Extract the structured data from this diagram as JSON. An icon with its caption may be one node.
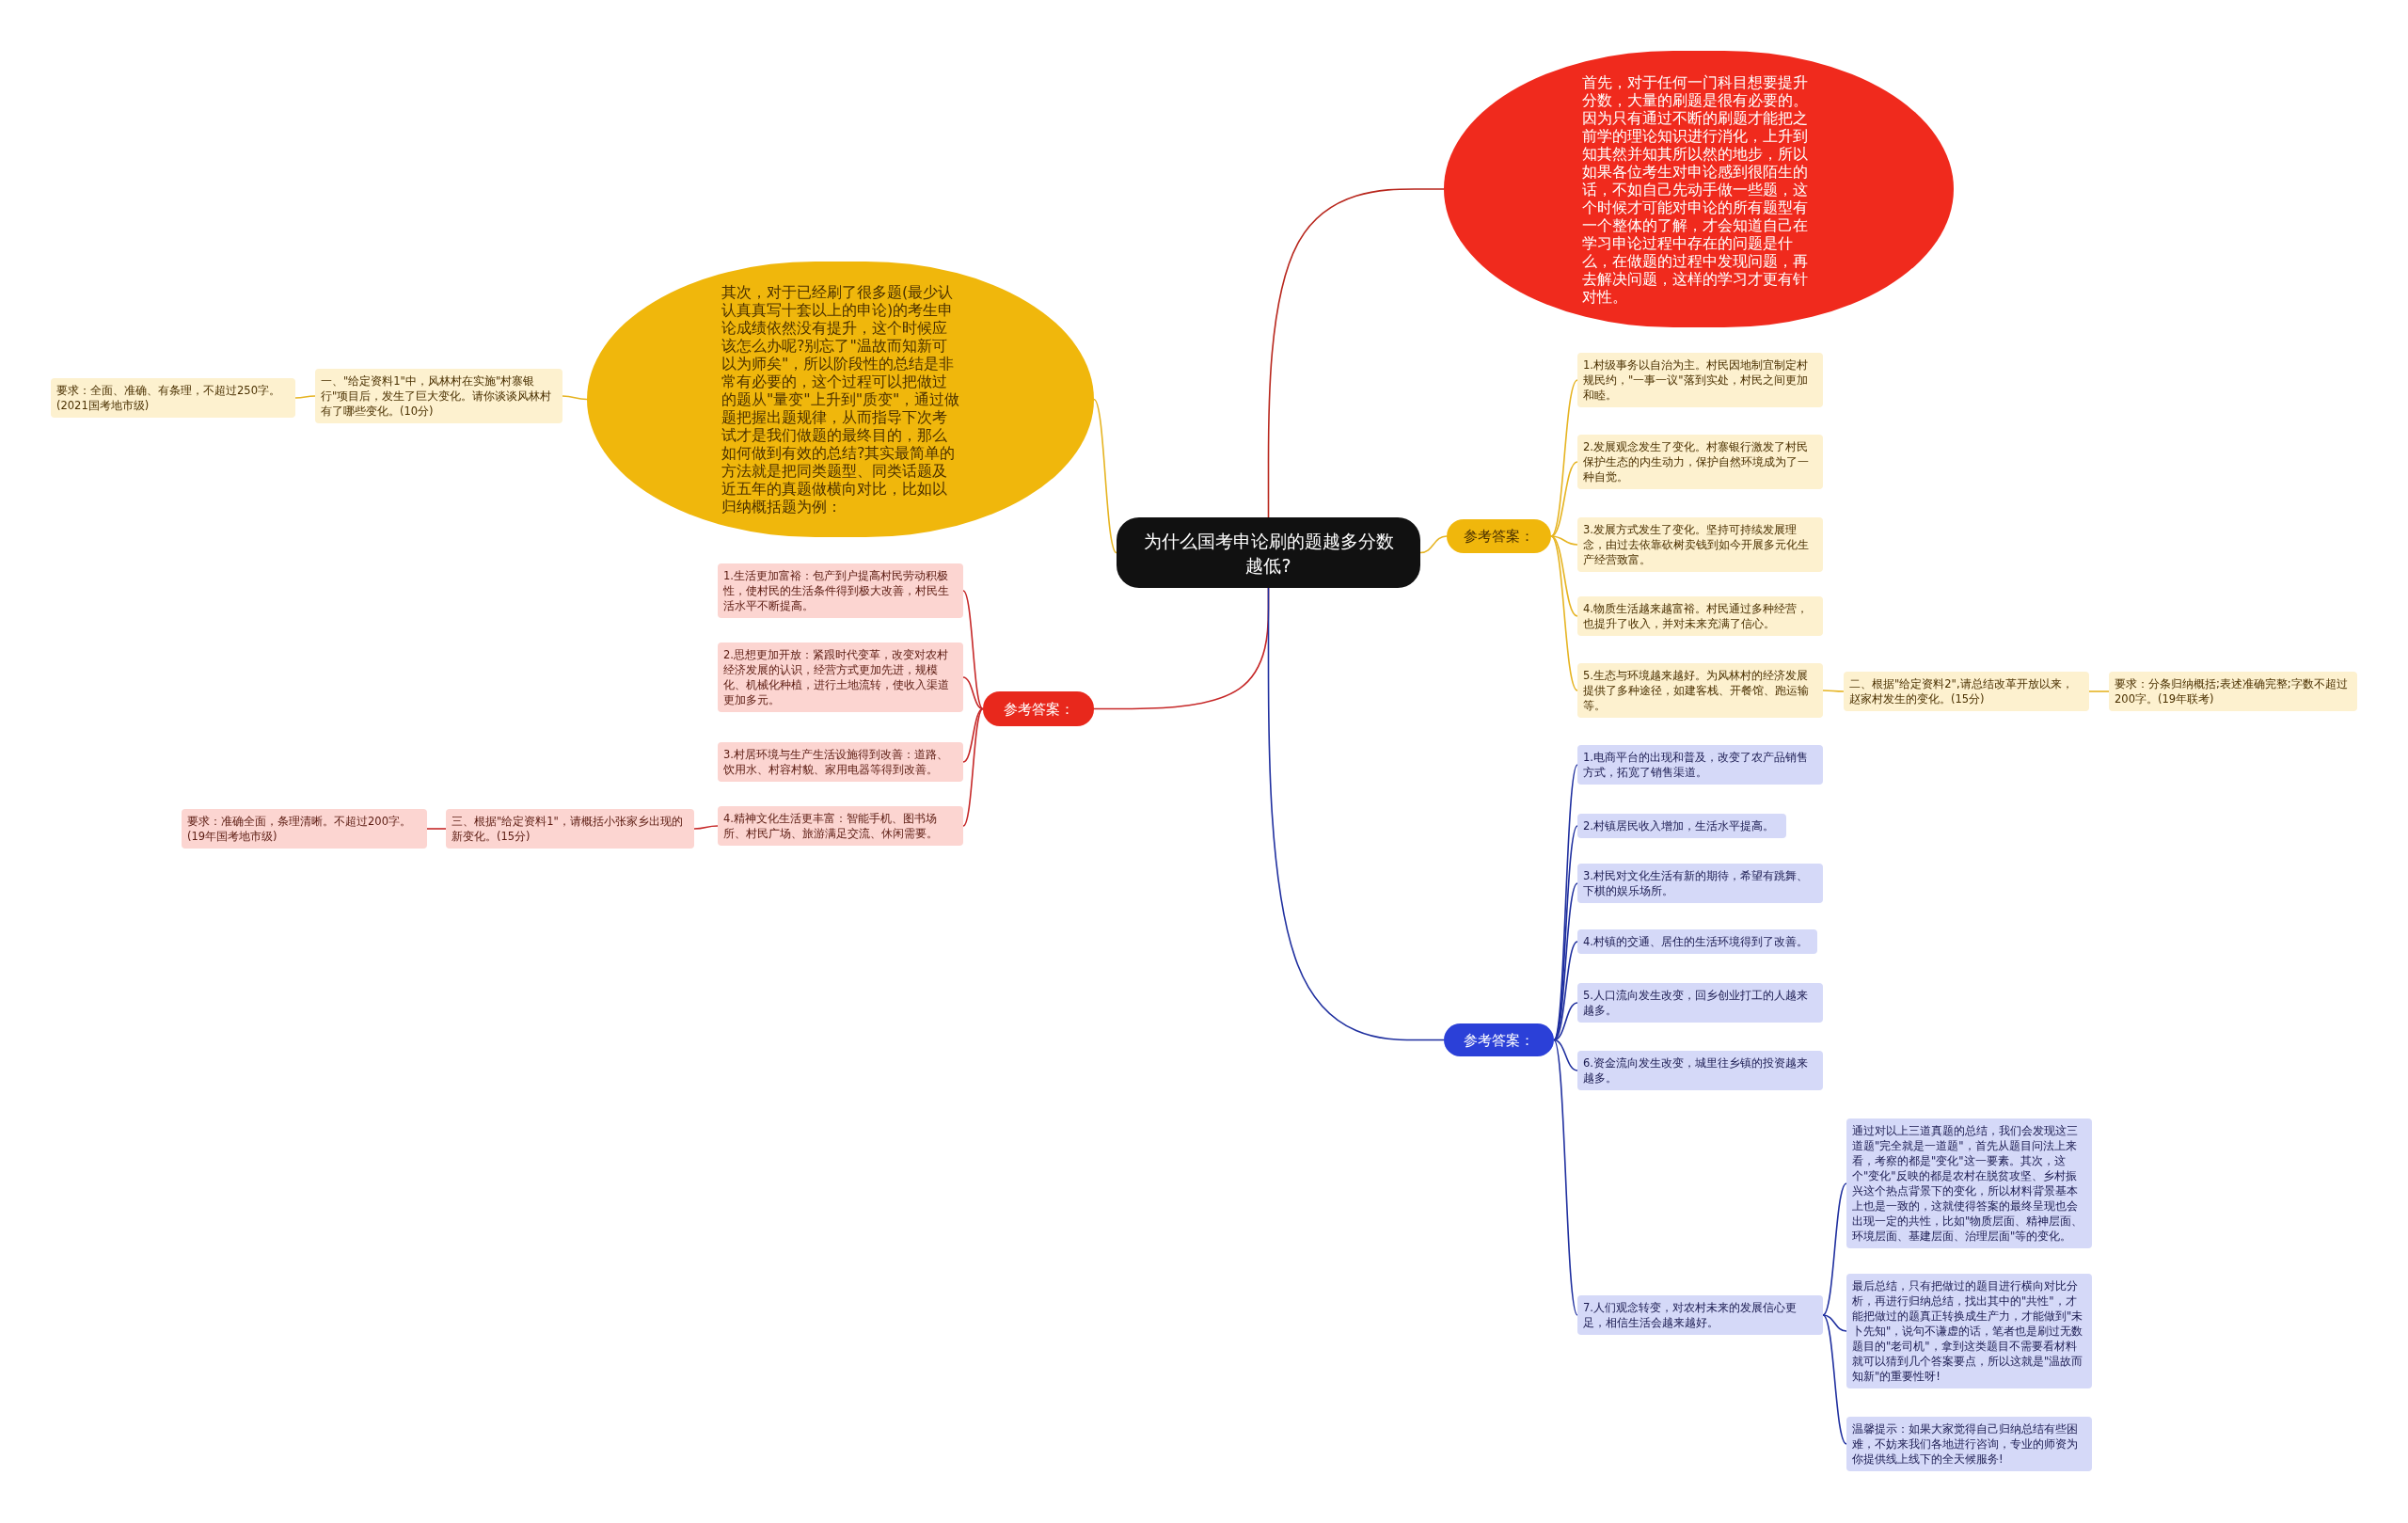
{
  "diagram": {
    "nodes": [
      {
        "text": [
          "为什么国考申论刷的题越多分数越低?"
        ]
      },
      {
        "text": [
          "首先，对于任何一门科目想要提升分数，大量的刷题是很有必要的。因为只有通过不断的刷题才能把之前学的理论知识进行消化，上升到知其然并知其所以然的地步，所以如果各位考生对申论感到很陌生的话，不如自己先动手做一些题，这个时候才可能对申论的所有题型有一个整体的了解，才会知道自己在学习申论过程中存在的问题是什么，在做题的过程中发现问题，再去解决问题，这样的学习才更有针对性。"
        ]
      },
      {
        "text": [
          "其次，对于已经刷了很多题(最少认认真真写十套以上的申论)的考生申论成绩依然没有提升，这个时候应该怎么办呢?别忘了\"温故而知新可以为师矣\"，所以阶段性的总结是非常有必要的，这个过程可以把做过的题从\"量变\"上升到\"质变\"，通过做题把握出题规律，从而指导下次考试才是我们做题的最终目的，那么如何做到有效的总结?其实最简单的方法就是把同类题型、同类话题及近五年的真题做横向对比，比如以归纳概括题为例："
        ]
      },
      {
        "text": [
          "一、\"给定资料1\"中，风林村在实施\"村寨银行\"项目后，发生了巨大变化。请你谈谈风林村有了哪些变化。(10分)"
        ]
      },
      {
        "text": [
          "要求：全面、准确、有条理，不超过250字。(2021国考地市级)"
        ]
      },
      {
        "text": [
          "参考答案："
        ]
      },
      {
        "text": [
          "1.生活更加富裕：包产到户提高村民劳动积极性，使村民的生活条件得到极大改善，村民生活水平不断提高。"
        ]
      },
      {
        "text": [
          "2.思想更加开放：紧跟时代变革，改变对农村经济发展的认识，经营方式更加先进，规模化、机械化种植，进行土地流转，使收入渠道更加多元。"
        ]
      },
      {
        "text": [
          "3.村居环境与生产生活设施得到改善：道路、饮用水、村容村貌、家用电器等得到改善。"
        ]
      },
      {
        "text": [
          "4.精神文化生活更丰富：智能手机、图书场所、村民广场、旅游满足交流、休闲需要。"
        ]
      },
      {
        "text": [
          "三、根据\"给定资料1\"，请概括小张家乡出现的新变化。(15分)"
        ]
      },
      {
        "text": [
          "要求：准确全面，条理清晰。不超过200字。(19年国考地市级)"
        ]
      },
      {
        "text": [
          "参考答案："
        ]
      },
      {
        "text": [
          "1.村级事务以自治为主。村民因地制宜制定村规民约，\"一事一议\"落到实处，村民之间更加和睦。"
        ]
      },
      {
        "text": [
          "2.发展观念发生了变化。村寨银行激发了村民保护生态的内生动力，保护自然环境成为了一种自觉。"
        ]
      },
      {
        "text": [
          "3.发展方式发生了变化。坚持可持续发展理念，由过去依靠砍树卖钱到如今开展多元化生产经营致富。"
        ]
      },
      {
        "text": [
          "4.物质生活越来越富裕。村民通过多种经营，也提升了收入，并对未来充满了信心。"
        ]
      },
      {
        "text": [
          "5.生态与环境越来越好。为风林村的经济发展提供了多种途径，如建客栈、开餐馆、跑运输等。"
        ]
      },
      {
        "text": [
          "二、根据\"给定资料2\",请总结改革开放以来，赵家村发生的变化。(15分)"
        ]
      },
      {
        "text": [
          "要求：分条归纳概括;表述准确完整;字数不超过200字。(19年联考)"
        ]
      },
      {
        "text": [
          "参考答案："
        ]
      },
      {
        "text": [
          "1.电商平台的出现和普及，改变了农产品销售方式，拓宽了销售渠道。"
        ]
      },
      {
        "text": [
          "2.村镇居民收入增加，生活水平提高。"
        ]
      },
      {
        "text": [
          "3.村民对文化生活有新的期待，希望有跳舞、下棋的娱乐场所。"
        ]
      },
      {
        "text": [
          "4.村镇的交通、居住的生活环境得到了改善。"
        ]
      },
      {
        "text": [
          "5.人口流向发生改变，回乡创业打工的人越来越多。"
        ]
      },
      {
        "text": [
          "6.资金流向发生改变，城里往乡镇的投资越来越多。"
        ]
      },
      {
        "text": [
          "7.人们观念转变，对农村未来的发展信心更足，相信生活会越来越好。"
        ]
      },
      {
        "text": [
          "通过对以上三道真题的总结，我们会发现这三道题\"完全就是一道题\"，首先从题目问法上来看，考察的都是\"变化\"这一要素。其次，这个\"变化\"反映的都是农村在脱贫攻坚、乡村振兴这个热点背景下的变化，所以材料背景基本上也是一致的，这就使得答案的最终呈现也会出现一定的共性，比如\"物质层面、精神层面、环境层面、基建层面、治理层面\"等的变化。"
        ]
      },
      {
        "text": [
          "最后总结，只有把做过的题目进行横向对比分析，再进行归纳总结，找出其中的\"共性\"，才能把做过的题真正转换成生产力，才能做到\"未卜先知\"，说句不谦虚的话，笔者也是刷过无数题目的\"老司机\"，拿到这类题目不需要看材料就可以猜到几个答案要点，所以这就是\"温故而知新\"的重要性呀!"
        ]
      },
      {
        "text": [
          "温馨提示：如果大家觉得自己归纳总结有些困难，不妨来我们各地进行咨询，专业的师资为你提供线上线下的全天候服务!"
        ]
      }
    ],
    "edges": [
      {
        "from": 0,
        "to": 1,
        "arrow": "none",
        "color": "#b8261c"
      },
      {
        "from": 0,
        "to": 2,
        "arrow": "none",
        "color": "#e6b422"
      },
      {
        "from": 2,
        "to": 3,
        "arrow": "none",
        "color": "#e6b422"
      },
      {
        "from": 3,
        "to": 4,
        "arrow": "none",
        "color": "#e6b422"
      },
      {
        "from": 0,
        "to": 5,
        "arrow": "none",
        "color": "#c62828"
      },
      {
        "from": 5,
        "to": 6,
        "arrow": "none",
        "color": "#c62828"
      },
      {
        "from": 5,
        "to": 7,
        "arrow": "none",
        "color": "#c62828"
      },
      {
        "from": 5,
        "to": 8,
        "arrow": "none",
        "color": "#c62828"
      },
      {
        "from": 5,
        "to": 9,
        "arrow": "none",
        "color": "#c62828"
      },
      {
        "from": 9,
        "to": 10,
        "arrow": "none",
        "color": "#c62828"
      },
      {
        "from": 10,
        "to": 11,
        "arrow": "none",
        "color": "#c62828"
      },
      {
        "from": 0,
        "to": 12,
        "arrow": "none",
        "color": "#e6b422"
      },
      {
        "from": 12,
        "to": 13,
        "arrow": "none",
        "color": "#e6b422"
      },
      {
        "from": 12,
        "to": 14,
        "arrow": "none",
        "color": "#e6b422"
      },
      {
        "from": 12,
        "to": 15,
        "arrow": "none",
        "color": "#e6b422"
      },
      {
        "from": 12,
        "to": 16,
        "arrow": "none",
        "color": "#e6b422"
      },
      {
        "from": 12,
        "to": 17,
        "arrow": "none",
        "color": "#e6b422"
      },
      {
        "from": 17,
        "to": 18,
        "arrow": "none",
        "color": "#e6b422"
      },
      {
        "from": 18,
        "to": 19,
        "arrow": "none",
        "color": "#e6b422"
      },
      {
        "from": 0,
        "to": 20,
        "arrow": "none",
        "color": "#1f2f9f"
      },
      {
        "from": 20,
        "to": 21,
        "arrow": "none",
        "color": "#1f2f9f"
      },
      {
        "from": 20,
        "to": 22,
        "arrow": "none",
        "color": "#1f2f9f"
      },
      {
        "from": 20,
        "to": 23,
        "arrow": "none",
        "color": "#1f2f9f"
      },
      {
        "from": 20,
        "to": 24,
        "arrow": "none",
        "color": "#1f2f9f"
      },
      {
        "from": 20,
        "to": 25,
        "arrow": "none",
        "color": "#1f2f9f"
      },
      {
        "from": 20,
        "to": 26,
        "arrow": "none",
        "color": "#1f2f9f"
      },
      {
        "from": 20,
        "to": 27,
        "arrow": "none",
        "color": "#1f2f9f"
      },
      {
        "from": 27,
        "to": 28,
        "arrow": "none",
        "color": "#1f2f9f"
      },
      {
        "from": 27,
        "to": 29,
        "arrow": "none",
        "color": "#1f2f9f"
      },
      {
        "from": 27,
        "to": 30,
        "arrow": "none",
        "color": "#1f2f9f"
      }
    ]
  }
}
